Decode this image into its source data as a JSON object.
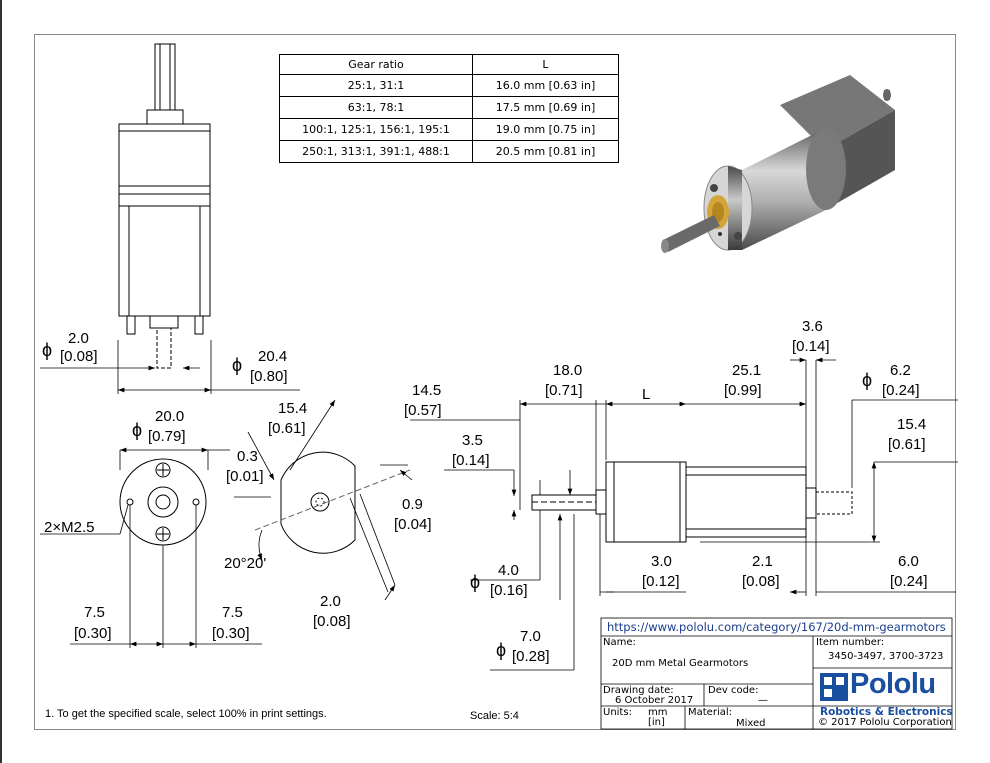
{
  "gear_table": {
    "headers": [
      "Gear ratio",
      "L"
    ],
    "rows": [
      [
        "25:1, 31:1",
        "16.0 mm [0.63 in]"
      ],
      [
        "63:1, 78:1",
        "17.5 mm [0.69 in]"
      ],
      [
        "100:1, 125:1, 156:1, 195:1",
        "19.0 mm [0.75 in]"
      ],
      [
        "250:1, 313:1, 391:1, 488:1",
        "20.5 mm [0.81 in]"
      ]
    ]
  },
  "dims": {
    "d_2_0": "2.0",
    "d_2_0_in": "[0.08]",
    "d_20_4": "20.4",
    "d_20_4_in": "[0.80]",
    "d_20_0": "20.0",
    "d_20_0_in": "[0.79]",
    "m25": "2×M2.5",
    "d_7_5a": "7.5",
    "d_7_5a_in": "[0.30]",
    "d_7_5b": "7.5",
    "d_7_5b_in": "[0.30]",
    "d_15_4a": "15.4",
    "d_15_4a_in": "[0.61]",
    "d_0_3": "0.3",
    "d_0_3_in": "[0.01]",
    "d_0_9": "0.9",
    "d_0_9_in": "[0.04]",
    "angle": "20°20'",
    "d_2_0b": "2.0",
    "d_2_0b_in": "[0.08]",
    "d_14_5": "14.5",
    "d_14_5_in": "[0.57]",
    "d_3_5": "3.5",
    "d_3_5_in": "[0.14]",
    "d_18_0": "18.0",
    "d_18_0_in": "[0.71]",
    "L": "L",
    "d_25_1": "25.1",
    "d_25_1_in": "[0.99]",
    "d_3_6": "3.6",
    "d_3_6_in": "[0.14]",
    "d_6_2": "6.2",
    "d_6_2_in": "[0.24]",
    "d_15_4b": "15.4",
    "d_15_4b_in": "[0.61]",
    "d_4_0": "4.0",
    "d_4_0_in": "[0.16]",
    "d_3_0": "3.0",
    "d_3_0_in": "[0.12]",
    "d_2_1": "2.1",
    "d_2_1_in": "[0.08]",
    "d_6_0": "6.0",
    "d_6_0_in": "[0.24]",
    "d_7_0": "7.0",
    "d_7_0_in": "[0.28]",
    "phi": "ϕ"
  },
  "note": "1.     To get the specified scale, select 100% in print settings.",
  "scale": "Scale: 5:4",
  "title_block": {
    "url": "https://www.pololu.com/category/167/20d-mm-gearmotors",
    "name_label": "Name:",
    "name_value": "20D mm Metal Gearmotors",
    "item_label": "Item number:",
    "item_value": "3450-3497, 3700-3723",
    "date_label": "Drawing date:",
    "date_value": "6 October 2017",
    "dev_label": "Dev code:",
    "dev_value": "—",
    "units_label": "Units:",
    "units_value": "mm",
    "units_value2": "[in]",
    "material_label": "Material:",
    "material_value": "Mixed",
    "logo": "Pololu",
    "logo_sub": "Robotics & Electronics",
    "copyright": "© 2017 Pololu Corporation"
  },
  "colors": {
    "logo_blue": "#1a4fa0",
    "url_blue": "#1a3e8c"
  }
}
